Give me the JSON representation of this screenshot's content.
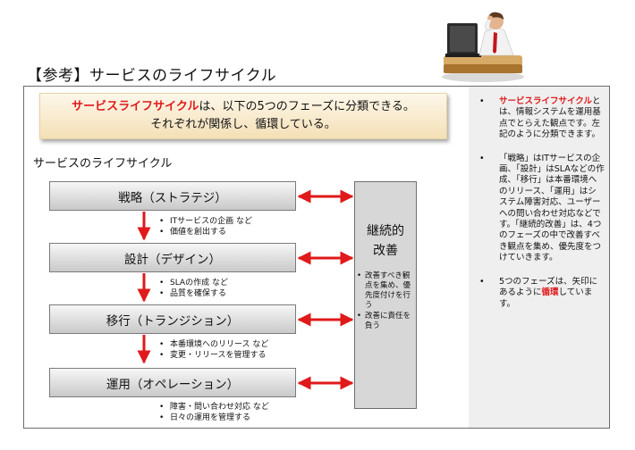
{
  "page": {
    "title": "【参考】サービスのライフサイクル"
  },
  "intro": {
    "highlight": "サービスライフサイクル",
    "line1_rest": "は、以下の5つのフェーズに分類できる。",
    "line2": "それぞれが関係し、循環している。"
  },
  "diagram": {
    "title": "サービスのライフサイクル",
    "phases": [
      {
        "label": "戦略（ストラテジ）",
        "notes": [
          "ITサービスの企画 など",
          "価値を創出する"
        ]
      },
      {
        "label": "設計（デザイン）",
        "notes": [
          "SLAの作成 など",
          "品質を確保する"
        ]
      },
      {
        "label": "移行（トランジション）",
        "notes": [
          "本番環境へのリリース など",
          "変更・リリースを管理する"
        ]
      },
      {
        "label": "運用（オペレーション）",
        "notes": [
          "障害・問い合わせ対応 など",
          "日々の運用を管理する"
        ]
      }
    ],
    "continual_improvement": {
      "title_line1": "継続的",
      "title_line2": "改善",
      "notes": [
        "改善すべき観点を集め、優先度付けを行う",
        "改善に責任を負う"
      ]
    }
  },
  "sidebar": {
    "bullet": "•",
    "item1": {
      "highlight": "サービスライフサイクル",
      "rest": "とは、情報システムを運用基点でとらえた観点です。左記のように分類できます。"
    },
    "item2": {
      "text": "「戦略」はITサービスの企画、「設計」はSLAなどの作成、「移行」は本番環境へのリリース、「運用」はシステム障害対応、ユーザーへの問い合わせ対応などです。「継続的改善」は、4つのフェーズの中で改善すべき観点を集め、優先度をつけていきます。"
    },
    "item3": {
      "before": "5つのフェーズは、矢印にあるように",
      "highlight": "循環",
      "after": "しています。"
    }
  },
  "colors": {
    "accent_red": "#e0191a",
    "box_gray": "#d7d7d7"
  }
}
